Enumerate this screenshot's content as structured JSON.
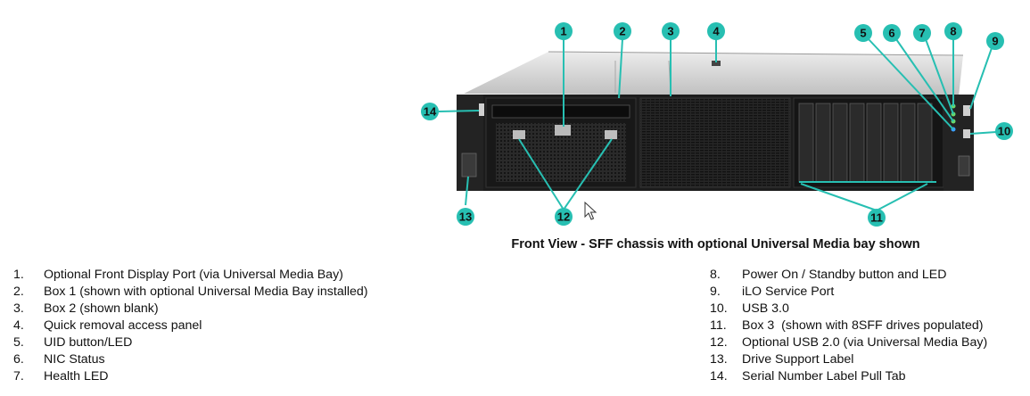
{
  "diagram": {
    "caption": "Front View - SFF chassis with optional Universal Media bay shown",
    "callout_labels": [
      "1",
      "2",
      "3",
      "4",
      "5",
      "6",
      "7",
      "8",
      "9",
      "10",
      "11",
      "12",
      "13",
      "14"
    ]
  },
  "legend_left": [
    {
      "num": "1.",
      "text": "Optional Front Display Port (via Universal Media Bay)"
    },
    {
      "num": "2.",
      "text": "Box 1 (shown with optional Universal Media Bay installed)"
    },
    {
      "num": "3.",
      "text": "Box 2 (shown blank)"
    },
    {
      "num": "4.",
      "text": "Quick removal access panel"
    },
    {
      "num": "5.",
      "text": "UID button/LED"
    },
    {
      "num": "6.",
      "text": "NIC Status"
    },
    {
      "num": "7.",
      "text": "Health LED"
    }
  ],
  "legend_right": [
    {
      "num": "8.",
      "text": "Power On / Standby button and LED"
    },
    {
      "num": "9.",
      "text": "iLO Service Port"
    },
    {
      "num": "10.",
      "text": "USB 3.0"
    },
    {
      "num": "11.",
      "text": "Box 3  (shown with 8SFF drives populated)"
    },
    {
      "num": "12.",
      "text": "Optional USB 2.0 (via Universal Media Bay)"
    },
    {
      "num": "13.",
      "text": "Drive Support Label"
    },
    {
      "num": "14.",
      "text": "Serial Number Label Pull Tab"
    }
  ],
  "colors": {
    "callout": "#27bfb2",
    "chassis": "#1c1c1c",
    "chassis_top": "#d9d9d9"
  }
}
